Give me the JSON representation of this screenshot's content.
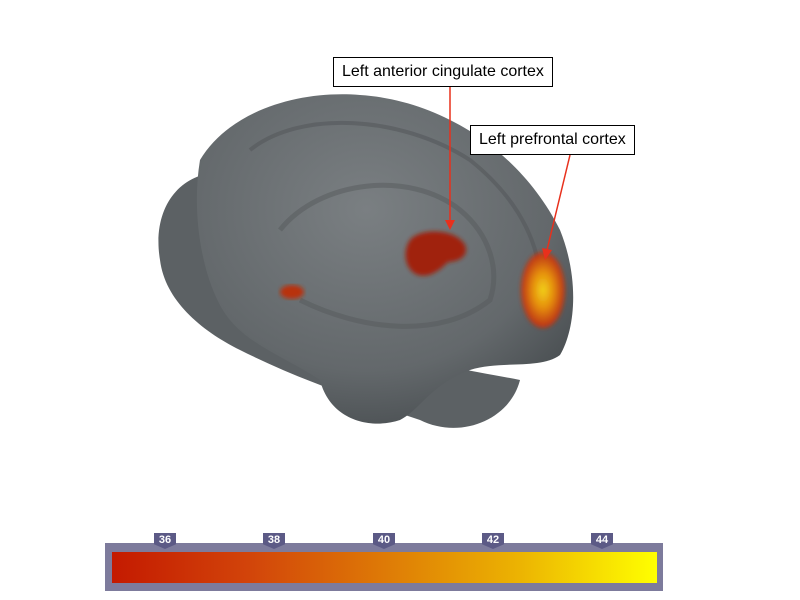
{
  "annotations": [
    {
      "label": "Left anterior cingulate cortex"
    },
    {
      "label": "Left prefrontal cortex"
    }
  ],
  "colorbar": {
    "ticks": [
      "36",
      "38",
      "40",
      "42",
      "44"
    ],
    "range": [
      35,
      45
    ],
    "colors": [
      "#c41a00",
      "#de7a06",
      "#ffff00"
    ]
  },
  "colors": {
    "brain": "#666b6e",
    "arrow": "#e8301c"
  }
}
